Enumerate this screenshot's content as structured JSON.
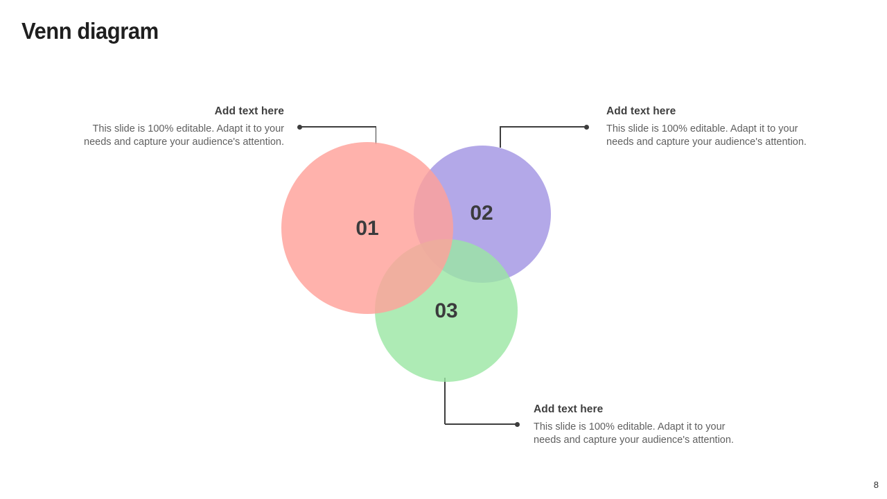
{
  "slide": {
    "title": "Venn diagram",
    "page_number": "8"
  },
  "venn": {
    "circles": [
      {
        "label": "01",
        "name": "pink",
        "fill": "rgba(255,161,154,0.82)"
      },
      {
        "label": "02",
        "name": "purple",
        "fill": "#b3a8e8"
      },
      {
        "label": "03",
        "name": "green",
        "fill": "rgba(154,230,163,0.8)"
      }
    ]
  },
  "callouts": [
    {
      "position": "left",
      "heading": "Add text here",
      "body_line1": "This slide is 100% editable. Adapt it to your",
      "body_line2": "needs and capture your audience's attention."
    },
    {
      "position": "right",
      "heading": "Add text here",
      "body_line1": "This slide is 100% editable. Adapt it to your",
      "body_line2": "needs and capture your audience's attention."
    },
    {
      "position": "bottom",
      "heading": "Add text here",
      "body_line1": "This slide is 100% editable. Adapt it to your",
      "body_line2": "needs and capture your audience's attention."
    }
  ],
  "colors": {
    "connector": "#3d3d3d",
    "title_text": "#1f1f1f",
    "heading_text": "#3f3f3f",
    "body_text": "#5f5f5f",
    "circle_label_text": "#3b3b3d"
  }
}
